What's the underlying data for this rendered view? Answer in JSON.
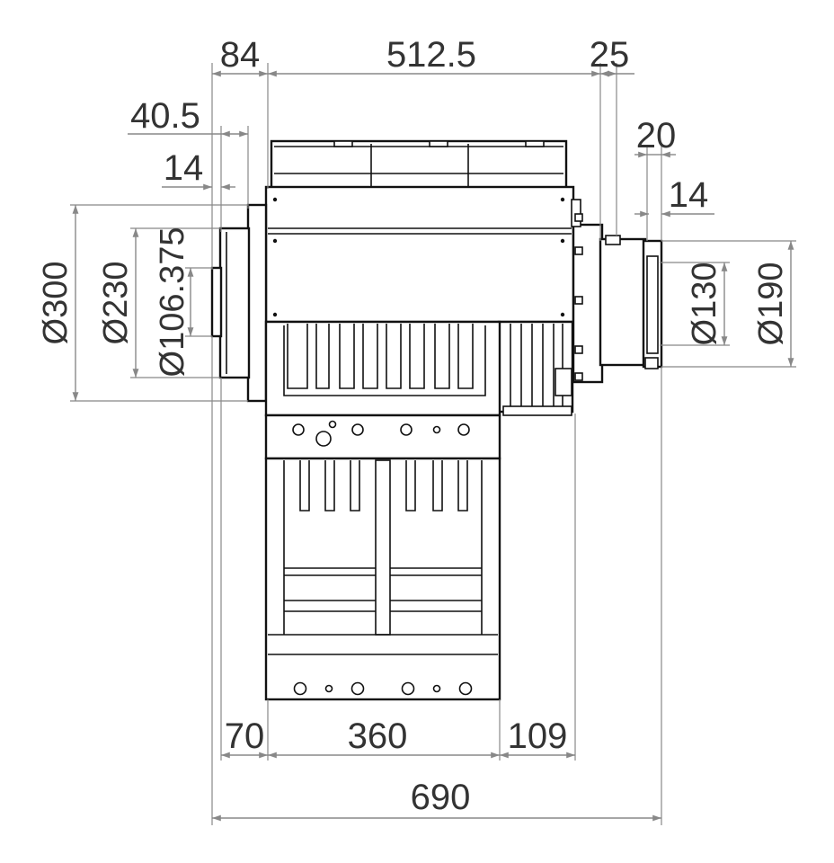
{
  "dimensions": {
    "top": {
      "d84": "84",
      "d512_5": "512.5",
      "d25": "25"
    },
    "left": {
      "d40_5": "40.5",
      "d14": "14",
      "dia300": "Ø300",
      "dia230": "Ø230",
      "dia106_375": "Ø106.375"
    },
    "right": {
      "d20": "20",
      "d14": "14",
      "dia130": "Ø130",
      "dia190": "Ø190"
    },
    "bottom": {
      "d70": "70",
      "d360": "360",
      "d109": "109",
      "d690": "690"
    }
  },
  "colors": {
    "outline": "#111111",
    "dimension": "#888888",
    "text": "#333333"
  }
}
